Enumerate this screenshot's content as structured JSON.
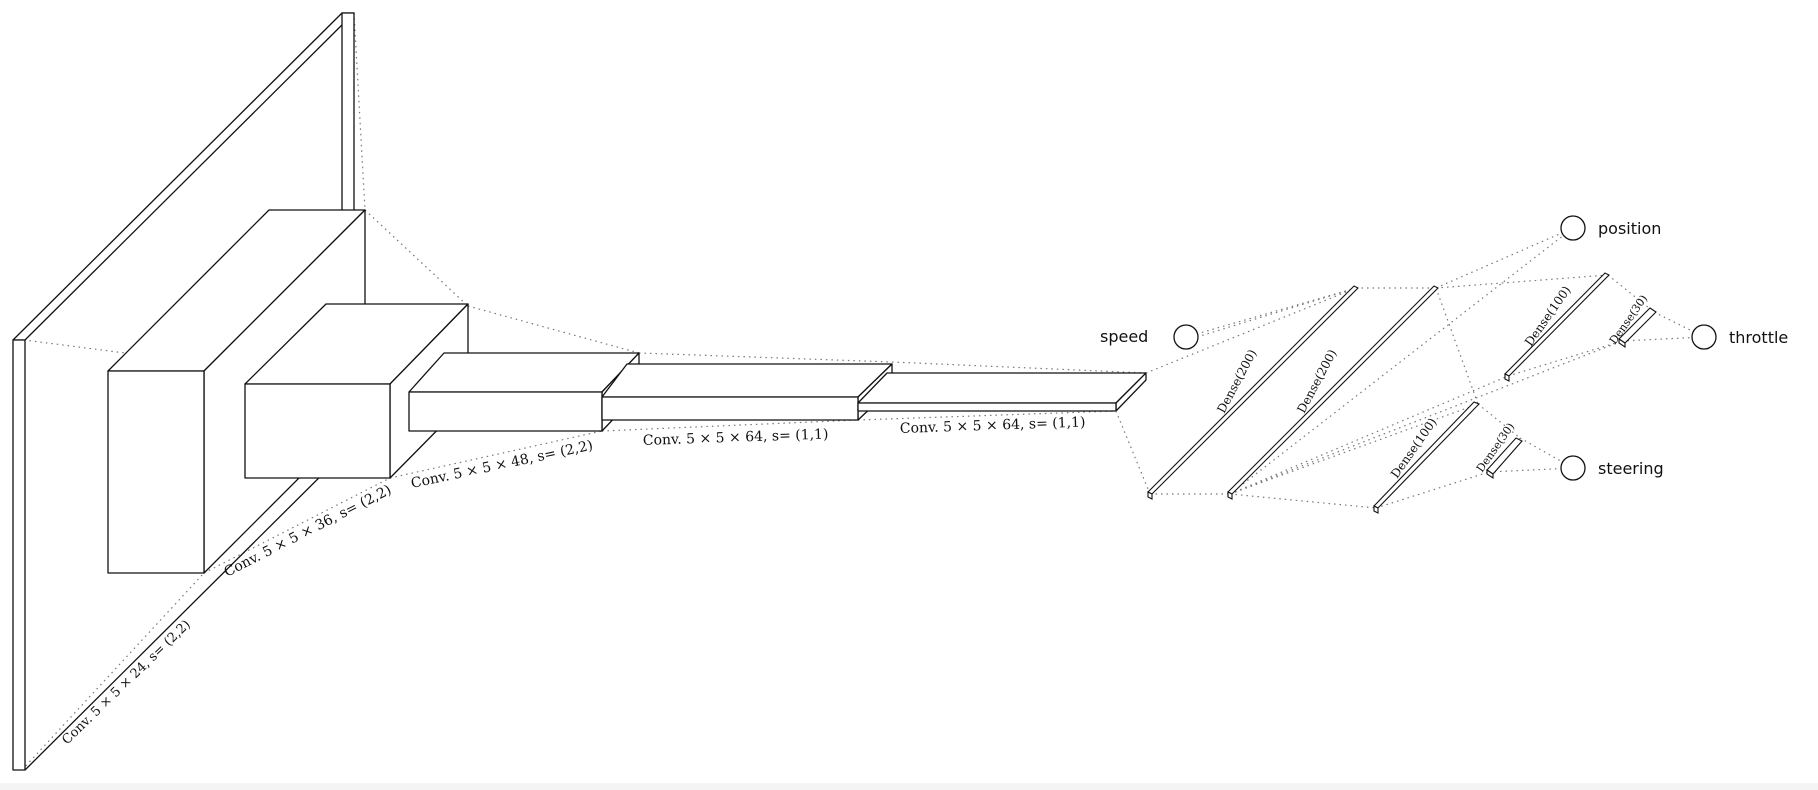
{
  "colors": {
    "background": "#ffffff",
    "outer": "#f4f4f4",
    "line": "#111111",
    "connector": "#777777"
  },
  "conv_layers": [
    "Conv. 5 × 5 × 24, s= (2,2)",
    "Conv. 5 × 5 × 36, s= (2,2)",
    "Conv. 5 × 5 × 48, s= (2,2)",
    "Conv. 5 × 5 × 64, s= (1,1)",
    "Conv. 5 × 5 × 64, s= (1,1)"
  ],
  "inputs": {
    "speed": "speed"
  },
  "dense_layers": {
    "shared_1": "Dense(200)",
    "shared_2": "Dense(200)",
    "upper_1": "Dense(100)",
    "upper_2": "Dense(30)",
    "lower_1": "Dense(100)",
    "lower_2": "Dense(30)"
  },
  "outputs": {
    "position": "position",
    "throttle": "throttle",
    "steering": "steering"
  }
}
